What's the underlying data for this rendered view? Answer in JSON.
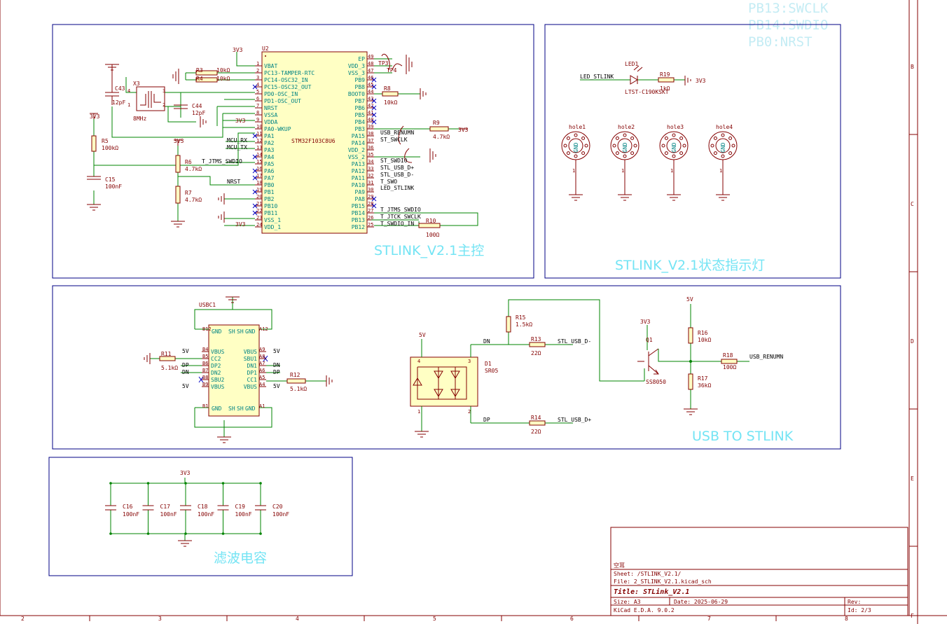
{
  "sections": {
    "mcu": "STLINK_V2.1主控",
    "indicator": "STLINK_V2.1状态指示灯",
    "usb": "USB TO STLINK",
    "filter": "滤波电容"
  },
  "watermark": [
    "PB13:SWCLK",
    "PB14:SWDIO",
    "PB0:NRST"
  ],
  "border": {
    "cols": [
      "2",
      "3",
      "4",
      "5",
      "6",
      "7",
      "8"
    ],
    "rows": [
      "B",
      "C",
      "D",
      "E",
      "F"
    ]
  },
  "title_block": {
    "company": "空耳",
    "sheet": "Sheet: /STLINK_V2.1/",
    "file": "File: 2_STLINK_V2.1.kicad_sch",
    "title": "Title: STLink_V2.1",
    "size": "Size: A3",
    "date": "Date: 2025-06-29",
    "rev": "Rev:",
    "tool": "KiCad E.D.A. 9.0.2",
    "id": "Id: 2/3"
  },
  "mcu": {
    "ref": "U2",
    "value": "STM32F103C8U6",
    "power": "3V3",
    "left_pins": [
      {
        "num": "1",
        "name": "VBAT"
      },
      {
        "num": "2",
        "name": "PC13-TAMPER-RTC"
      },
      {
        "num": "3",
        "name": "PC14-OSC32_IN"
      },
      {
        "num": "4",
        "name": "PC15-OSC32_OUT"
      },
      {
        "num": "5",
        "name": "PD0-OSC_IN"
      },
      {
        "num": "6",
        "name": "PD1-OSC_OUT"
      },
      {
        "num": "7",
        "name": "NRST"
      },
      {
        "num": "8",
        "name": "VSSA"
      },
      {
        "num": "9",
        "name": "VDDA"
      },
      {
        "num": "10",
        "name": "PA0-WKUP"
      },
      {
        "num": "11",
        "name": "PA1"
      },
      {
        "num": "12",
        "name": "PA2"
      },
      {
        "num": "13",
        "name": "PA3"
      },
      {
        "num": "14",
        "name": "PA4"
      },
      {
        "num": "15",
        "name": "PA5"
      },
      {
        "num": "16",
        "name": "PA6"
      },
      {
        "num": "17",
        "name": "PA7"
      },
      {
        "num": "18",
        "name": "PB0"
      },
      {
        "num": "19",
        "name": "PB1"
      },
      {
        "num": "20",
        "name": "PB2"
      },
      {
        "num": "21",
        "name": "PB10"
      },
      {
        "num": "22",
        "name": "PB11"
      },
      {
        "num": "23",
        "name": "VSS_1"
      },
      {
        "num": "24",
        "name": "VDD_1"
      }
    ],
    "right_pins": [
      {
        "num": "49",
        "name": "EP"
      },
      {
        "num": "48",
        "name": "VDD_3"
      },
      {
        "num": "47",
        "name": "VSS_3"
      },
      {
        "num": "46",
        "name": "PB9"
      },
      {
        "num": "45",
        "name": "PB8"
      },
      {
        "num": "44",
        "name": "BOOT0"
      },
      {
        "num": "43",
        "name": "PB7"
      },
      {
        "num": "42",
        "name": "PB6"
      },
      {
        "num": "41",
        "name": "PB5"
      },
      {
        "num": "40",
        "name": "PB4"
      },
      {
        "num": "39",
        "name": "PB3"
      },
      {
        "num": "38",
        "name": "PA15"
      },
      {
        "num": "37",
        "name": "PA14"
      },
      {
        "num": "36",
        "name": "VDD_2"
      },
      {
        "num": "35",
        "name": "VSS_2"
      },
      {
        "num": "34",
        "name": "PA13"
      },
      {
        "num": "33",
        "name": "PA12"
      },
      {
        "num": "32",
        "name": "PA11"
      },
      {
        "num": "31",
        "name": "PA10"
      },
      {
        "num": "30",
        "name": "PA9"
      },
      {
        "num": "29",
        "name": "PA8"
      },
      {
        "num": "28",
        "name": "PB15"
      },
      {
        "num": "27",
        "name": "PB14"
      },
      {
        "num": "26",
        "name": "PB13"
      },
      {
        "num": "25",
        "name": "PB12"
      }
    ]
  },
  "mcu_nets": {
    "mcu_rx": "MCU_RX",
    "mcu_tx": "MCU_TX",
    "t_jtms_swdio_left": "T_JTMS_SWDIO",
    "nrst": "NRST",
    "usb_renumn": "USB_RENUMN",
    "st_swclk": "ST_SWCLK",
    "st_swdio": "ST_SWDIO",
    "stl_usb_dp": "STL_USB_D+",
    "stl_usb_dm": "STL_USB_D-",
    "t_swo": "T_SWO",
    "led_stlink": "LED_STLINK",
    "t_jtms_swdio": "T_JTMS_SWDIO",
    "t_jtck_swclk": "T_JTCK_SWCLK",
    "t_swdio_in": "T_SWDIO_IN",
    "vdda_3v3": "3V3",
    "vdd1_3v3": "3V3"
  },
  "mcu_parts": {
    "r3": {
      "ref": "R3",
      "value": "10kΩ"
    },
    "r4": {
      "ref": "R4",
      "value": "10kΩ"
    },
    "x3": {
      "ref": "X3",
      "value": "8MHz"
    },
    "c43": {
      "ref": "C43",
      "value": "12pF"
    },
    "c44": {
      "ref": "C44",
      "value": "12pF"
    },
    "r5": {
      "ref": "R5",
      "value": "100kΩ",
      "power": "3V3"
    },
    "c15": {
      "ref": "C15",
      "value": "100nF"
    },
    "r6": {
      "ref": "R6",
      "value": "4.7kΩ",
      "power": "3V3"
    },
    "r7": {
      "ref": "R7",
      "value": "4.7kΩ"
    },
    "r8": {
      "ref": "R8",
      "value": "10kΩ"
    },
    "r9": {
      "ref": "R9",
      "value": "4.7kΩ",
      "power": "3V3"
    },
    "r10": {
      "ref": "R10",
      "value": "100Ω"
    },
    "tp3": "TP3",
    "tp4": "TP4",
    "x3_pins": [
      "1",
      "2",
      "3",
      "4"
    ]
  },
  "indicator": {
    "led_net": "LED_STLINK",
    "led_ref": "LED1",
    "led_value": "LTST-C190KSKT",
    "r_ref": "R19",
    "r_value": "1kΩ",
    "power": "3V3",
    "holes": [
      {
        "ref": "hole1",
        "gnd": "GND",
        "pin": "1"
      },
      {
        "ref": "hole2",
        "gnd": "GND",
        "pin": "1"
      },
      {
        "ref": "hole3",
        "gnd": "GND",
        "pin": "1"
      },
      {
        "ref": "hole4",
        "gnd": "GND",
        "pin": "1"
      }
    ]
  },
  "usb": {
    "ref": "USBC1",
    "left_pins": [
      {
        "num": "B4",
        "name": "VBUS",
        "net": "5V"
      },
      {
        "num": "B5",
        "name": "CC2",
        "net": ""
      },
      {
        "num": "B6",
        "name": "DP2",
        "net": "DP"
      },
      {
        "num": "B7",
        "name": "DN2",
        "net": "DN"
      },
      {
        "num": "B8",
        "name": "SBU2",
        "net": ""
      },
      {
        "num": "B9",
        "name": "VBUS",
        "net": "5V"
      }
    ],
    "right_pins": [
      {
        "num": "A9",
        "name": "VBUS",
        "net": "5V"
      },
      {
        "num": "A8",
        "name": "SBU1",
        "net": ""
      },
      {
        "num": "A7",
        "name": "DN1",
        "net": "DN"
      },
      {
        "num": "A6",
        "name": "DP1",
        "net": "DP"
      },
      {
        "num": "A5",
        "name": "CC1",
        "net": ""
      },
      {
        "num": "A4",
        "name": "VBUS",
        "net": "5V"
      }
    ],
    "top_labels": [
      "GND",
      "SH",
      "SH",
      "GND"
    ],
    "bot_labels": [
      "GND",
      "SH",
      "SH",
      "GND"
    ],
    "top_pins": [
      "B12",
      "A12"
    ],
    "bot_pins": [
      "B1",
      "A1"
    ],
    "r11": {
      "ref": "R11",
      "value": "5.1kΩ"
    },
    "r12": {
      "ref": "R12",
      "value": "5.1kΩ"
    },
    "d1": {
      "ref": "D1",
      "value": "SR05",
      "power": "5V"
    },
    "d1_pins": [
      "4",
      "3",
      "1",
      "2"
    ],
    "net_dn": "DN",
    "net_dp": "DP",
    "r13": {
      "ref": "R13",
      "value": "22Ω",
      "net": "STL_USB_D-"
    },
    "r14": {
      "ref": "R14",
      "value": "22Ω",
      "net": "STL_USB_D+"
    },
    "r15": {
      "ref": "R15",
      "value": "1.5kΩ"
    },
    "q1": {
      "ref": "Q1",
      "value": "SS8050",
      "power": "3V3"
    },
    "r16": {
      "ref": "R16",
      "value": "10kΩ",
      "power": "5V"
    },
    "r17": {
      "ref": "R17",
      "value": "36kΩ"
    },
    "r18": {
      "ref": "R18",
      "value": "100Ω",
      "net": "USB_RENUMN"
    }
  },
  "filter": {
    "power": "3V3",
    "caps": [
      {
        "ref": "C16",
        "value": "100nF"
      },
      {
        "ref": "C17",
        "value": "100nF"
      },
      {
        "ref": "C18",
        "value": "100nF"
      },
      {
        "ref": "C19",
        "value": "100nF"
      },
      {
        "ref": "C20",
        "value": "100nF"
      }
    ]
  }
}
